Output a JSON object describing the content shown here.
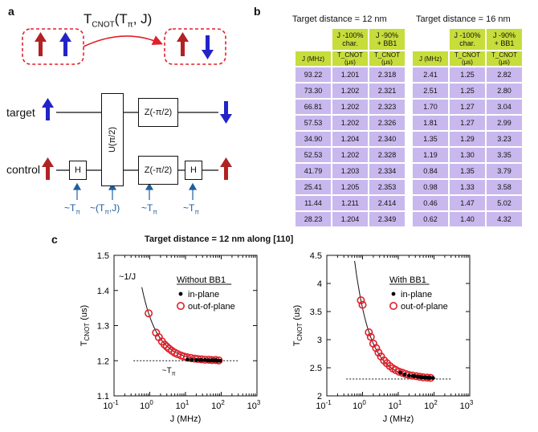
{
  "panels": {
    "a": "a",
    "b": "b",
    "c": "c"
  },
  "circuit": {
    "title_main": "T",
    "title_sub": "CNOT",
    "title_args": "(T",
    "title_args_sub": "π",
    "title_args_end": ", J)",
    "target_label": "target",
    "control_label": "control",
    "gate_h": "H",
    "gate_u": "U(π/2)",
    "gate_z": "Z(-π/2)",
    "notes": [
      "~T",
      "~(T",
      "~T",
      "~T"
    ],
    "notes_sub": "π",
    "notes_mid_end": ",J)",
    "colors": {
      "red": "#b22222",
      "blue": "#2323c8",
      "dashed": "#e0202a",
      "note": "#1f5fa0"
    }
  },
  "tables": [
    {
      "title": "Target distance = 12 nm",
      "h1": [
        "",
        "J -100%\nchar.",
        "J -90%\n+ BB1"
      ],
      "h2": [
        "J (MHz)",
        "T_CNOT (μs)",
        "T_CNOT (μs)"
      ],
      "rows": [
        [
          "93.22",
          "1.201",
          "2.318"
        ],
        [
          "73.30",
          "1.202",
          "2.321"
        ],
        [
          "66.81",
          "1.202",
          "2.323"
        ],
        [
          "57.53",
          "1.202",
          "2.326"
        ],
        [
          "34.90",
          "1.204",
          "2.340"
        ],
        [
          "52.53",
          "1.202",
          "2.328"
        ],
        [
          "41.79",
          "1.203",
          "2.334"
        ],
        [
          "25.41",
          "1.205",
          "2.353"
        ],
        [
          "11.44",
          "1.211",
          "2.414"
        ],
        [
          "28.23",
          "1.204",
          "2.349"
        ]
      ]
    },
    {
      "title": "Target distance = 16 nm",
      "h1": [
        "",
        "J -100%\nchar.",
        "J -90%\n+ BB1"
      ],
      "h2": [
        "J (MHz)",
        "T_CNOT (μs)",
        "T_CNOT (μs)"
      ],
      "rows": [
        [
          "2.41",
          "1.25",
          "2.82"
        ],
        [
          "2.51",
          "1.25",
          "2.80"
        ],
        [
          "1.70",
          "1.27",
          "3.04"
        ],
        [
          "1.81",
          "1.27",
          "2.99"
        ],
        [
          "1.35",
          "1.29",
          "3.23"
        ],
        [
          "1.19",
          "1.30",
          "3.35"
        ],
        [
          "0.84",
          "1.35",
          "3.79"
        ],
        [
          "0.98",
          "1.33",
          "3.58"
        ],
        [
          "0.46",
          "1.47",
          "5.02"
        ],
        [
          "0.62",
          "1.40",
          "4.32"
        ]
      ]
    }
  ],
  "figure_c_title": "Target distance = 12 nm along [110]",
  "chart_data": [
    {
      "type": "scatter",
      "xscale": "log",
      "xlabel": "J (MHz)",
      "ylabel": "T_CNOT (us)",
      "xlim": [
        0.1,
        1000
      ],
      "ylim": [
        1.1,
        1.5
      ],
      "yticks": [
        1.1,
        1.2,
        1.3,
        1.4,
        1.5
      ],
      "ytick_labels": [
        "1.1",
        "1.2",
        "1.3",
        "1.4",
        "1.5"
      ],
      "xticks": [
        0.1,
        1,
        10,
        100,
        1000
      ],
      "legend_title": "Without BB1",
      "annotations": [
        "~1/J",
        "~T_π"
      ],
      "asymptote": 1.2,
      "series": [
        {
          "name": "in-plane",
          "marker": "dot",
          "color": "#000000",
          "x": [
            11.44,
            25.41,
            28.23,
            34.9,
            41.79,
            52.53,
            57.53,
            66.81,
            73.3,
            93.22,
            15,
            20,
            45,
            60,
            80
          ],
          "y": [
            1.203,
            1.202,
            1.202,
            1.202,
            1.201,
            1.201,
            1.201,
            1.201,
            1.201,
            1.2,
            1.202,
            1.202,
            1.201,
            1.201,
            1.2
          ]
        },
        {
          "name": "out-of-plane",
          "marker": "circle",
          "color": "#e0202a",
          "x": [
            0.93,
            1.5,
            1.8,
            2.2,
            2.6,
            3.0,
            3.5,
            4.2,
            5.0,
            6.0,
            7.5,
            9.0,
            11.0,
            14.0,
            18.0,
            22.0,
            28.0,
            35.0,
            45.0,
            55.0,
            70.0,
            85.0
          ],
          "y": [
            1.335,
            1.28,
            1.267,
            1.255,
            1.246,
            1.24,
            1.234,
            1.228,
            1.223,
            1.219,
            1.215,
            1.212,
            1.21,
            1.208,
            1.206,
            1.205,
            1.204,
            1.203,
            1.203,
            1.202,
            1.202,
            1.201
          ]
        }
      ]
    },
    {
      "type": "scatter",
      "xscale": "log",
      "xlabel": "J (MHz)",
      "ylabel": "T_CNOT (us)",
      "xlim": [
        0.1,
        1000
      ],
      "ylim": [
        2,
        4.5
      ],
      "yticks": [
        2,
        2.5,
        3,
        3.5,
        4,
        4.5
      ],
      "ytick_labels": [
        "2",
        "2.5",
        "3",
        "3.5",
        "4",
        "4.5"
      ],
      "xticks": [
        0.1,
        1,
        10,
        100,
        1000
      ],
      "legend_title": "With BB1",
      "asymptote": 2.3,
      "series": [
        {
          "name": "in-plane",
          "marker": "dot",
          "color": "#000000",
          "x": [
            11.44,
            25.41,
            28.23,
            34.9,
            41.79,
            52.53,
            57.53,
            66.81,
            73.3,
            93.22,
            15,
            20,
            45,
            60,
            80
          ],
          "y": [
            2.414,
            2.353,
            2.349,
            2.34,
            2.334,
            2.328,
            2.326,
            2.323,
            2.321,
            2.318,
            2.38,
            2.36,
            2.33,
            2.325,
            2.32
          ]
        },
        {
          "name": "out-of-plane",
          "marker": "circle",
          "color": "#e0202a",
          "x": [
            0.9,
            1.0,
            1.5,
            1.7,
            2.0,
            2.4,
            2.8,
            3.3,
            4.0,
            4.8,
            5.8,
            7.0,
            8.5,
            10.5,
            13.0,
            16.0,
            20.0,
            25.0,
            32.0,
            40.0,
            50.0,
            65.0,
            80.0
          ],
          "y": [
            3.7,
            3.62,
            3.13,
            3.05,
            2.93,
            2.85,
            2.77,
            2.7,
            2.63,
            2.58,
            2.53,
            2.49,
            2.46,
            2.43,
            2.41,
            2.39,
            2.37,
            2.36,
            2.35,
            2.34,
            2.33,
            2.325,
            2.32
          ]
        }
      ]
    }
  ]
}
